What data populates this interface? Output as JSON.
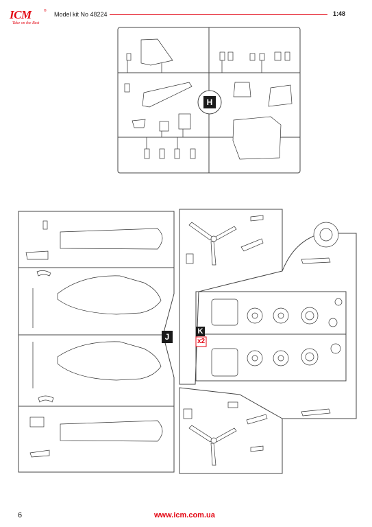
{
  "header": {
    "brand": "ICM",
    "tagline": "Take on the Best",
    "kit_number": "Model kit No 48224",
    "scale": "1:48"
  },
  "sprues": {
    "H": "H",
    "J": "J",
    "K": "K",
    "K_qty": "x2"
  },
  "footer": {
    "page_number": "6",
    "website": "www.icm.com.ua"
  },
  "colors": {
    "accent": "#e30613",
    "line": "#333333"
  }
}
